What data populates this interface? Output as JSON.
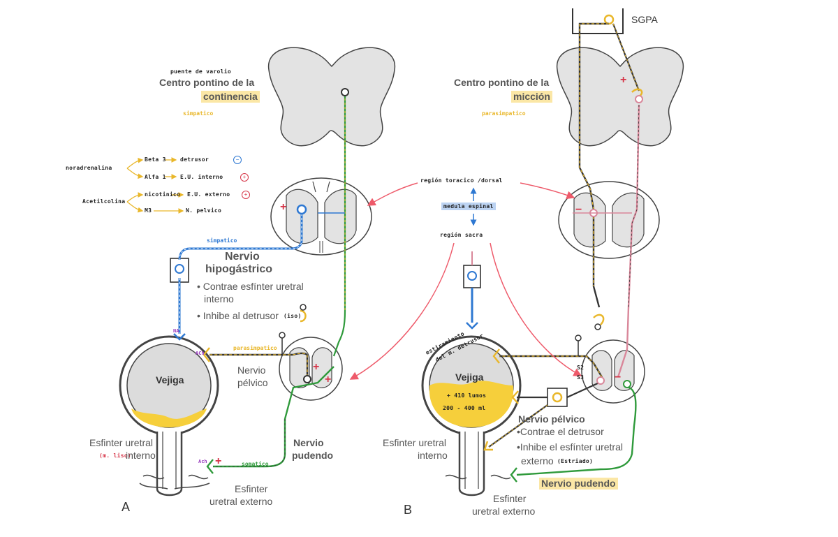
{
  "panel_a": {
    "letter": "A",
    "pontine_note": "puente de varolio",
    "pontine_title_1": "Centro pontino de la",
    "pontine_title_2": "continencia",
    "pontine_sub": "simpatico",
    "legend": {
      "noradrenaline": "noradrenalina",
      "beta3": "Beta 3",
      "detrusor": "detrusor",
      "alfa1": "Alfa 1",
      "eu_interno": "E.U. interno",
      "acetylcholine": "Acetilcolina",
      "nicotinico": "nicotinico",
      "eu_externo": "E.U. externo",
      "m3": "M3",
      "n_pelvico": "N. pelvico",
      "minus": "−",
      "plus": "+"
    },
    "blue_note": "simpatico",
    "hypogastric_title_1": "Nervio",
    "hypogastric_title_2": "hipogástrico",
    "bullet_1a": "• Contrae esfínter uretral",
    "bullet_1b": "interno",
    "bullet_2": "• Inhibe al detrusor",
    "bullet_2_note": "(iso)",
    "bladder": "Vejiga",
    "pelvic_1": "Nervio",
    "pelvic_2": "pélvico",
    "pelvic_note": "parasimpatico",
    "ach_1": "ACh",
    "ach_2": "Ach",
    "na_label": "NA",
    "sphincter_int_1": "Esfinter uretral",
    "sphincter_int_note": "(m. liso)",
    "sphincter_int_2": "interno",
    "pudendal_1": "Nervio",
    "pudendal_2": "pudendo",
    "somatic_note": "somatico",
    "ext_1": "Esfinter",
    "ext_2": "uretral externo",
    "plus": "+"
  },
  "panel_b": {
    "letter": "B",
    "sgpa": "SGPA",
    "pontine_title_1": "Centro pontino de la",
    "pontine_title_2": "micción",
    "pontine_sub": "parasimpatico",
    "region_top": "región toracico /dorsal",
    "medula": "medula espinal",
    "region_bottom": "región sacra",
    "bladder": "Vejiga",
    "bladder_note_1": "estiramiento",
    "bladder_note_2": "del m. detrusor",
    "urine_1": "+ 410 lumos",
    "urine_2": "200 - 400 ml",
    "s2s3_1": "S2",
    "s2s3_2": "S3",
    "pelvic_title": "Nervio pélvico",
    "bullet_1": "•Contrae el detrusor",
    "bullet_2a": "•Inhibe el esfínter uretral",
    "bullet_2b": "externo",
    "bullet_2_note": "(Estriado)",
    "pudendal": "Nervio pudendo",
    "sphincter_int_1": "Esfinter uretral",
    "sphincter_int_2": "interno",
    "ext_1": "Esfinter",
    "ext_2": "uretral externo",
    "plus": "+",
    "minus": "−"
  },
  "colors": {
    "sympathetic": "#2e78d2",
    "parasympathetic": "#e9b72a",
    "somatic": "#2f9a3b",
    "afferent": "#d9879a",
    "arrow": "#ee5a6a",
    "gray_matter": "#e3e3e3",
    "urine": "#f6cf3b"
  }
}
